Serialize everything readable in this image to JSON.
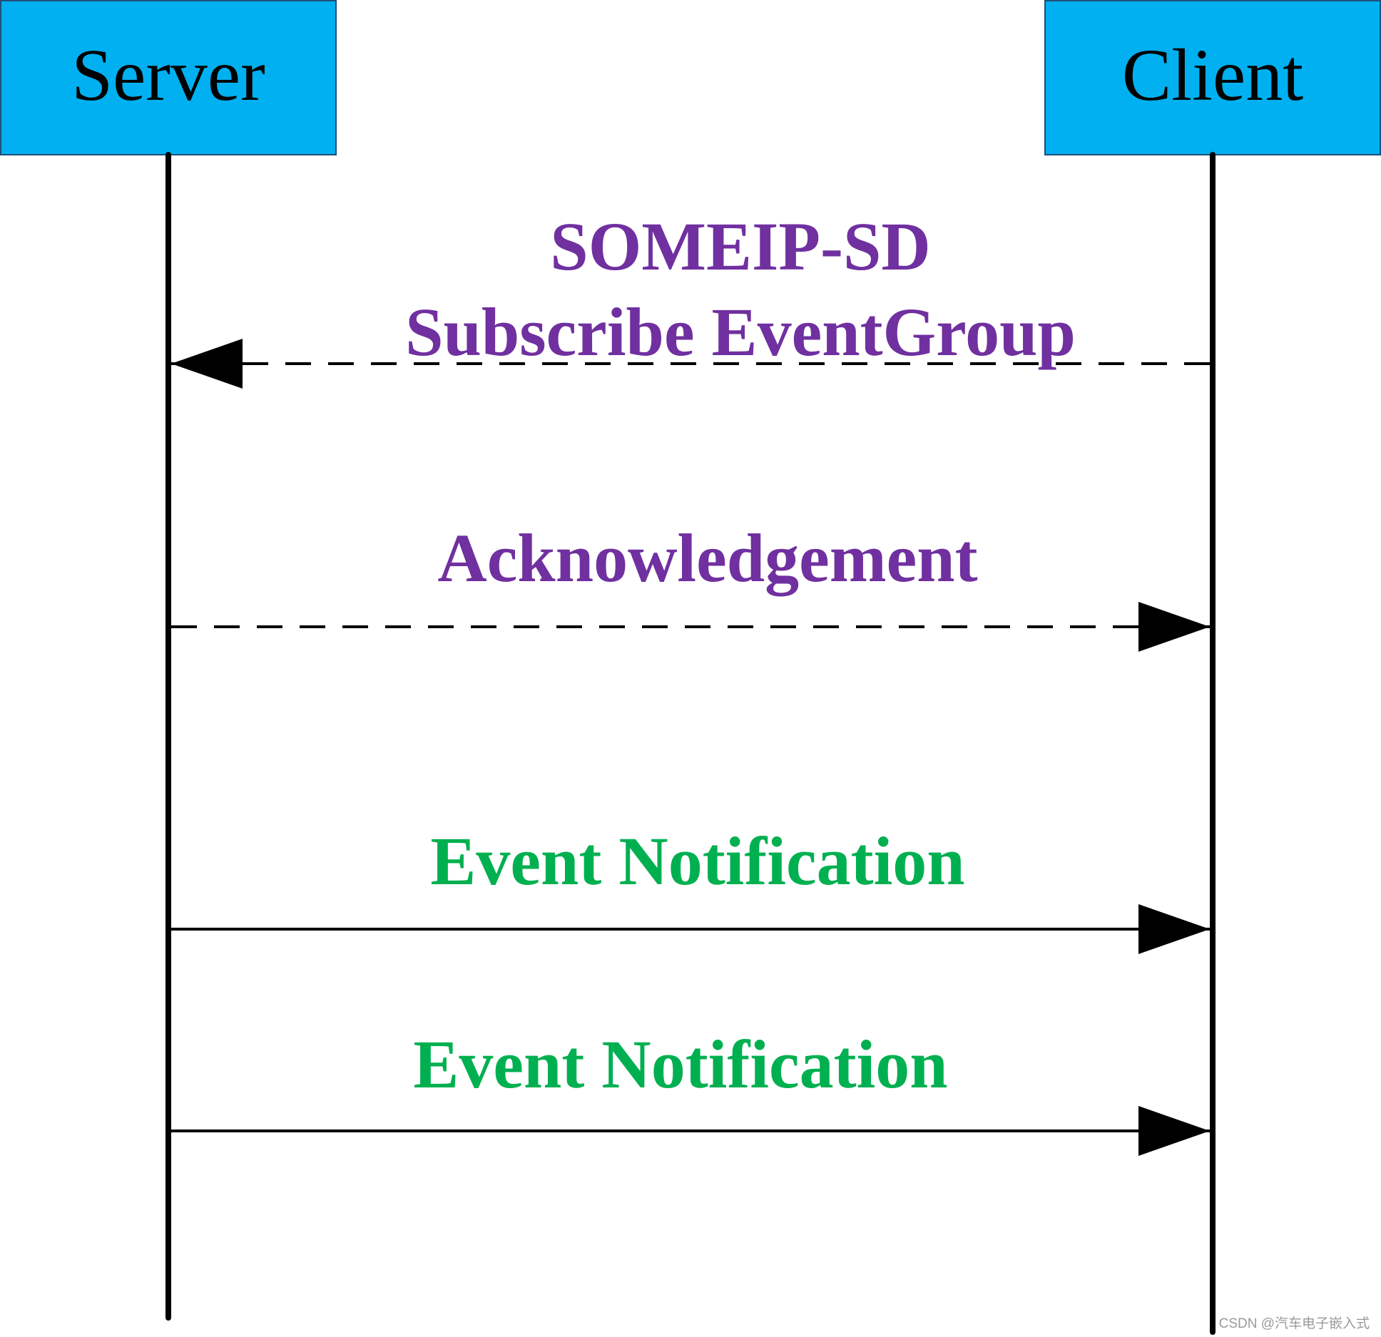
{
  "participants": {
    "server": {
      "label": "Server"
    },
    "client": {
      "label": "Client"
    }
  },
  "colors": {
    "participant_fill": "#00B0F0",
    "participant_border": "#1f4e79",
    "lifeline": "#000000",
    "purple_text": "#7030A0",
    "green_text": "#00B050"
  },
  "messages": [
    {
      "label_lines": [
        "SOMEIP-SD",
        "Subscribe EventGroup"
      ],
      "from": "client",
      "to": "server",
      "style": "dashed",
      "color": "#7030A0"
    },
    {
      "label_lines": [
        "Acknowledgement"
      ],
      "from": "server",
      "to": "client",
      "style": "dashed",
      "color": "#7030A0"
    },
    {
      "label_lines": [
        "Event Notification"
      ],
      "from": "server",
      "to": "client",
      "style": "solid",
      "color": "#00B050"
    },
    {
      "label_lines": [
        "Event Notification"
      ],
      "from": "server",
      "to": "client",
      "style": "solid",
      "color": "#00B050"
    }
  ],
  "watermark": "CSDN @汽车电子嵌入式"
}
